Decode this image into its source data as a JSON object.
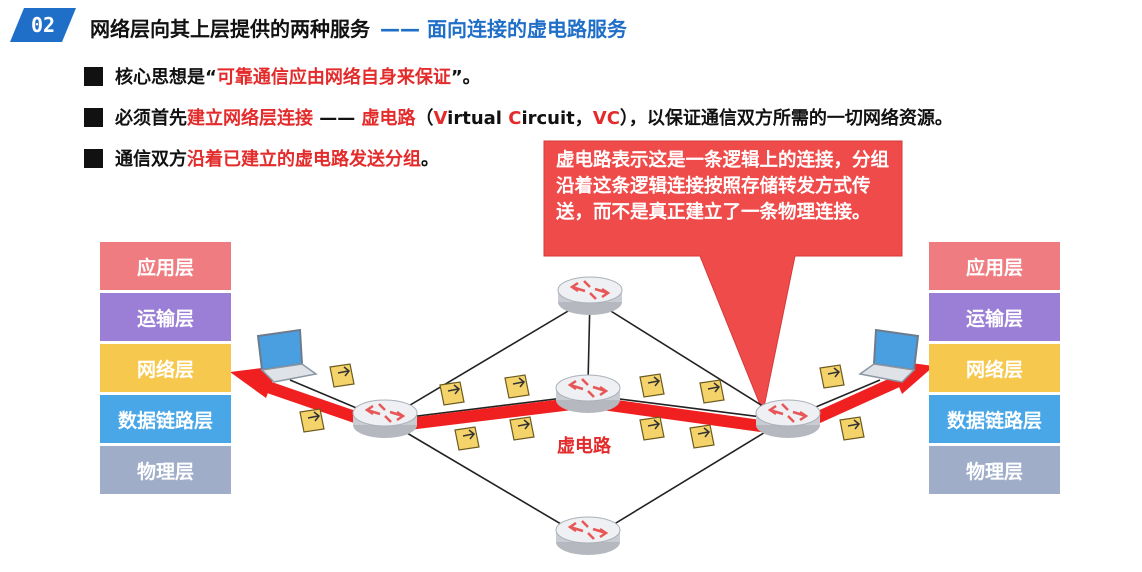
{
  "header": {
    "badge": "02",
    "title": "网络层向其上层提供的两种服务",
    "subtitle": "—— 面向连接的虚电路服务"
  },
  "bullets": [
    {
      "prefix": "核心思想是“",
      "highlight": "可靠通信应由网络自身来保证",
      "suffix": "”。"
    },
    {
      "prefix": "必须首先",
      "highlight": "建立网络层连接",
      "mid": " —— ",
      "highlight2": "虚电路",
      "vc_open": "（",
      "vc_V": "V",
      "vc_irtual": "irtual ",
      "vc_C": "C",
      "vc_ircuit": "ircuit，",
      "vc_abbr": "VC",
      "vc_close": "），",
      "suffix": "以保证通信双方所需的一切网络资源。"
    },
    {
      "prefix": "通信双方",
      "highlight": "沿着已建立的虚电路发送分组",
      "suffix": "。"
    }
  ],
  "callout": "虚电路表示这是一条逻辑上的连接，分组沿着这条逻辑连接按照存储转发方式传送，而不是真正建立了一条物理连接。",
  "layers": [
    "应用层",
    "运输层",
    "网络层",
    "数据链路层",
    "物理层"
  ],
  "vc_label": "虚电路",
  "colors": {
    "accent_blue": "#1f6fc8",
    "highlight_red": "#e32b2b",
    "callout_bg": "#f04b4b",
    "layer_app": "#ef7c80",
    "layer_transport": "#9b7fd6",
    "layer_network": "#f6c84d",
    "layer_datalink": "#49a7e8",
    "layer_physical": "#9fadc8",
    "packet": "#f5d36b"
  },
  "icons": [
    "laptop-icon",
    "router-icon",
    "packet-icon"
  ]
}
